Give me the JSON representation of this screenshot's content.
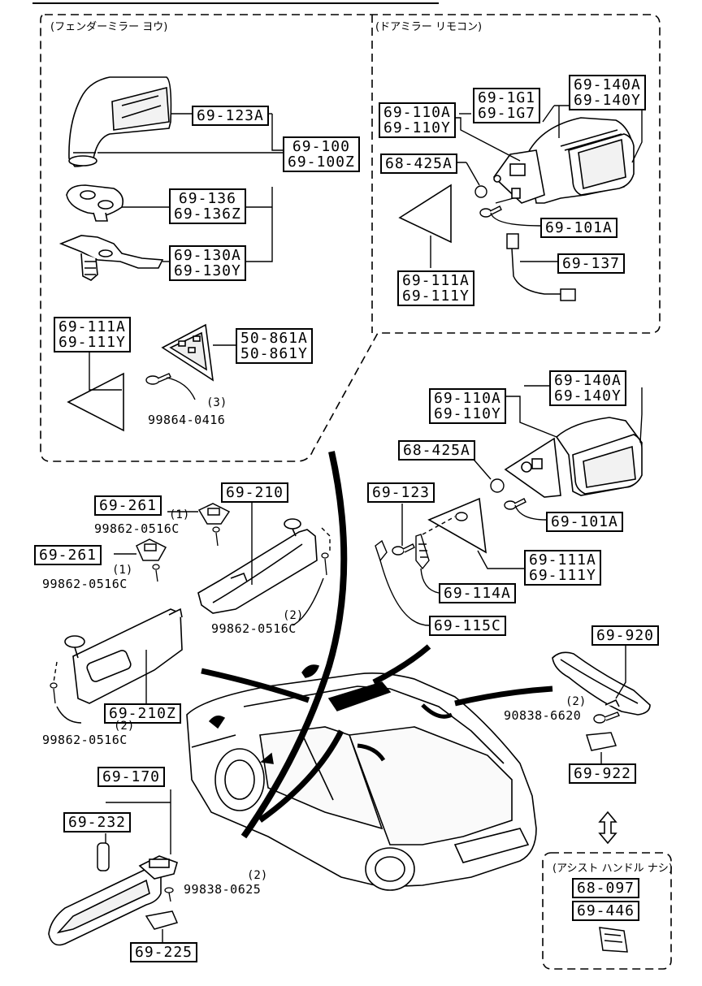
{
  "sections": {
    "fender_mirror": "(フェンダーミラー ヨウ)",
    "door_mirror_remote": "(ドアミラー リモコン)",
    "no_assist_handle": "(アシスト ハンドル ナシ)"
  },
  "parts": {
    "p_69_123A": "69-123A",
    "p_69_100": "69-100\n69-100Z",
    "p_69_136": "69-136\n69-136Z",
    "p_69_130A": "69-130A\n69-130Y",
    "p_69_111A_left": "69-111A\n69-111Y",
    "p_50_861A": "50-861A\n50-861Y",
    "p_69_110A_top": "69-110A\n69-110Y",
    "p_69_1G1": "69-1G1\n69-1G7",
    "p_69_140A_top": "69-140A\n69-140Y",
    "p_68_425A_top": "68-425A",
    "p_69_101A_top": "69-101A",
    "p_69_137": "69-137",
    "p_69_111A_top": "69-111A\n69-111Y",
    "p_69_140A_mid": "69-140A\n69-140Y",
    "p_69_110A_mid": "69-110A\n69-110Y",
    "p_68_425A_mid": "68-425A",
    "p_69_101A_mid": "69-101A",
    "p_69_123": "69-123",
    "p_69_111A_mid": "69-111A\n69-111Y",
    "p_69_114A": "69-114A",
    "p_69_115C": "69-115C",
    "p_69_261_a": "69-261",
    "p_69_261_b": "69-261",
    "p_69_210": "69-210",
    "p_69_210Z": "69-210Z",
    "p_69_920": "69-920",
    "p_69_922": "69-922",
    "p_69_170": "69-170",
    "p_69_232": "69-232",
    "p_69_225": "69-225",
    "p_68_097": "68-097",
    "p_69_446": "69-446"
  },
  "fasteners": {
    "f_99864_0416": "99864-0416",
    "q_99864_0416": "(3)",
    "f_99862_a": "99862-0516C",
    "q_99862_a": "(1)",
    "f_99862_b": "99862-0516C",
    "q_99862_b": "(1)",
    "f_99862_c": "99862-0516C",
    "q_99862_c": "(2)",
    "f_99862_d": "99862-0516C",
    "q_99862_d": "(2)",
    "f_90838": "90838-6620",
    "q_90838": "(2)",
    "f_99838": "99838-0625",
    "q_99838": "(2)"
  }
}
